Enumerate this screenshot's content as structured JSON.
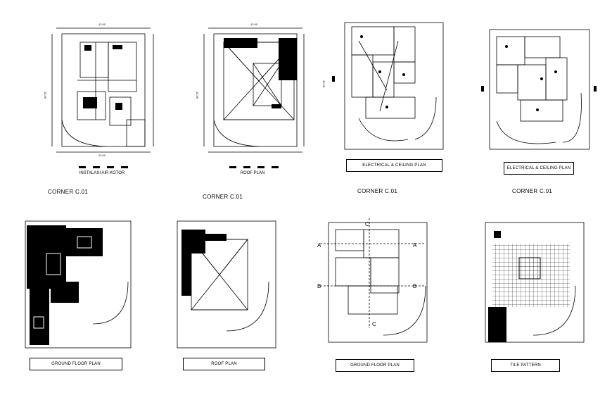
{
  "sheets": [
    {
      "caption": "INSTALASI AIR KOTOR",
      "dim_top": "12.00",
      "dim_bottom": "12.00",
      "dim_side": "15.35"
    },
    {
      "caption": "ROOF PLAN",
      "dim_top": "12.00",
      "dim_side": "15.35"
    },
    {
      "caption": "ELECTRICAL & CEILING PLAN",
      "dim_side": "15.35"
    },
    {
      "caption": "ELECTRICAL & CEILING PLAN"
    },
    {
      "caption": "GROUND FLOOR PLAN"
    },
    {
      "caption": "ROOF PLAN"
    },
    {
      "caption": "GROUND FLOOR PLAN",
      "section_labels": [
        "A",
        "A",
        "B",
        "B",
        "C",
        "C"
      ]
    },
    {
      "caption": "TILE PATTERN"
    }
  ],
  "corner_labels": [
    "CORNER C.01",
    "CORNER C.01",
    "CORNER C.01",
    "CORNER C.01"
  ]
}
